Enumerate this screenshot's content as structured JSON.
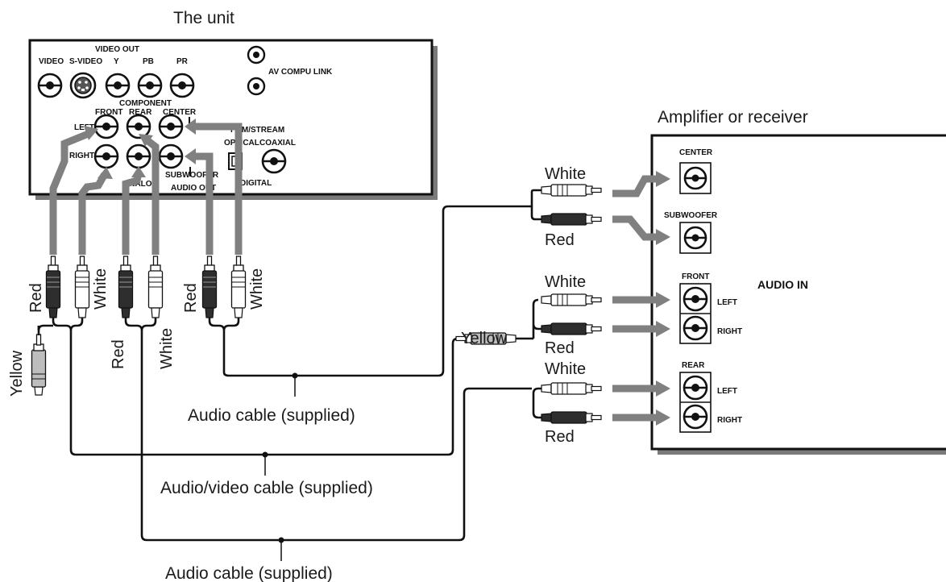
{
  "unit": {
    "title": "The unit",
    "video_out": "VIDEO OUT",
    "video": "VIDEO",
    "s_video": "S-VIDEO",
    "y": "Y",
    "pb": "PB",
    "pr": "PR",
    "component": "COMPONENT",
    "av_compu_link": "AV COMPU LINK",
    "front": "FRONT",
    "rear": "REAR",
    "center": "CENTER",
    "left": "LEFT",
    "right": "RIGHT",
    "subwoofer": "SUBWOOFER",
    "analog": "ANALOG",
    "audio_out": "AUDIO OUT",
    "pcm_stream": "PCM/STREAM",
    "optical": "OPTICAL",
    "coaxial": "COAXIAL",
    "digital": "DIGITAL"
  },
  "amplifier": {
    "title": "Amplifier or receiver",
    "audio_in": "AUDIO IN",
    "center": "CENTER",
    "subwoofer": "SUBWOOFER",
    "front": "FRONT",
    "rear": "REAR",
    "left": "LEFT",
    "right": "RIGHT"
  },
  "colors": {
    "red": "Red",
    "white": "White",
    "yellow": "Yellow"
  },
  "cables": {
    "audio_cable_1": "Audio cable (supplied)",
    "av_cable": "Audio/video cable (supplied)",
    "audio_cable_2": "Audio cable (supplied)"
  }
}
